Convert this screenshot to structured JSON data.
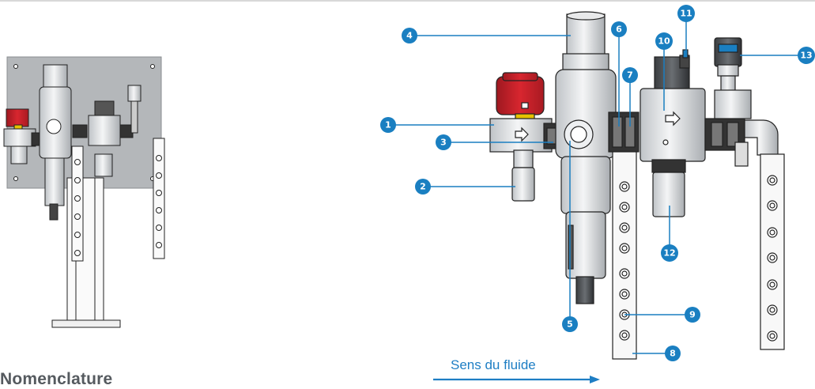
{
  "nomenclature": {
    "heading": "Nomenclature"
  },
  "flow": {
    "label": "Sens du fluide"
  },
  "callouts": [
    {
      "number": "1"
    },
    {
      "number": "2"
    },
    {
      "number": "3"
    },
    {
      "number": "4"
    },
    {
      "number": "5"
    },
    {
      "number": "6"
    },
    {
      "number": "7"
    },
    {
      "number": "8"
    },
    {
      "number": "9"
    },
    {
      "number": "10"
    },
    {
      "number": "11"
    },
    {
      "number": "12"
    },
    {
      "number": "13"
    }
  ],
  "colors": {
    "callout": "#1a7fc1",
    "flow_arrow": "#1e7ec4",
    "valve_red": "#c8202a",
    "panel_grey": "#b4b7ba",
    "body_light": "#e6e8ea",
    "outline": "#222222"
  }
}
